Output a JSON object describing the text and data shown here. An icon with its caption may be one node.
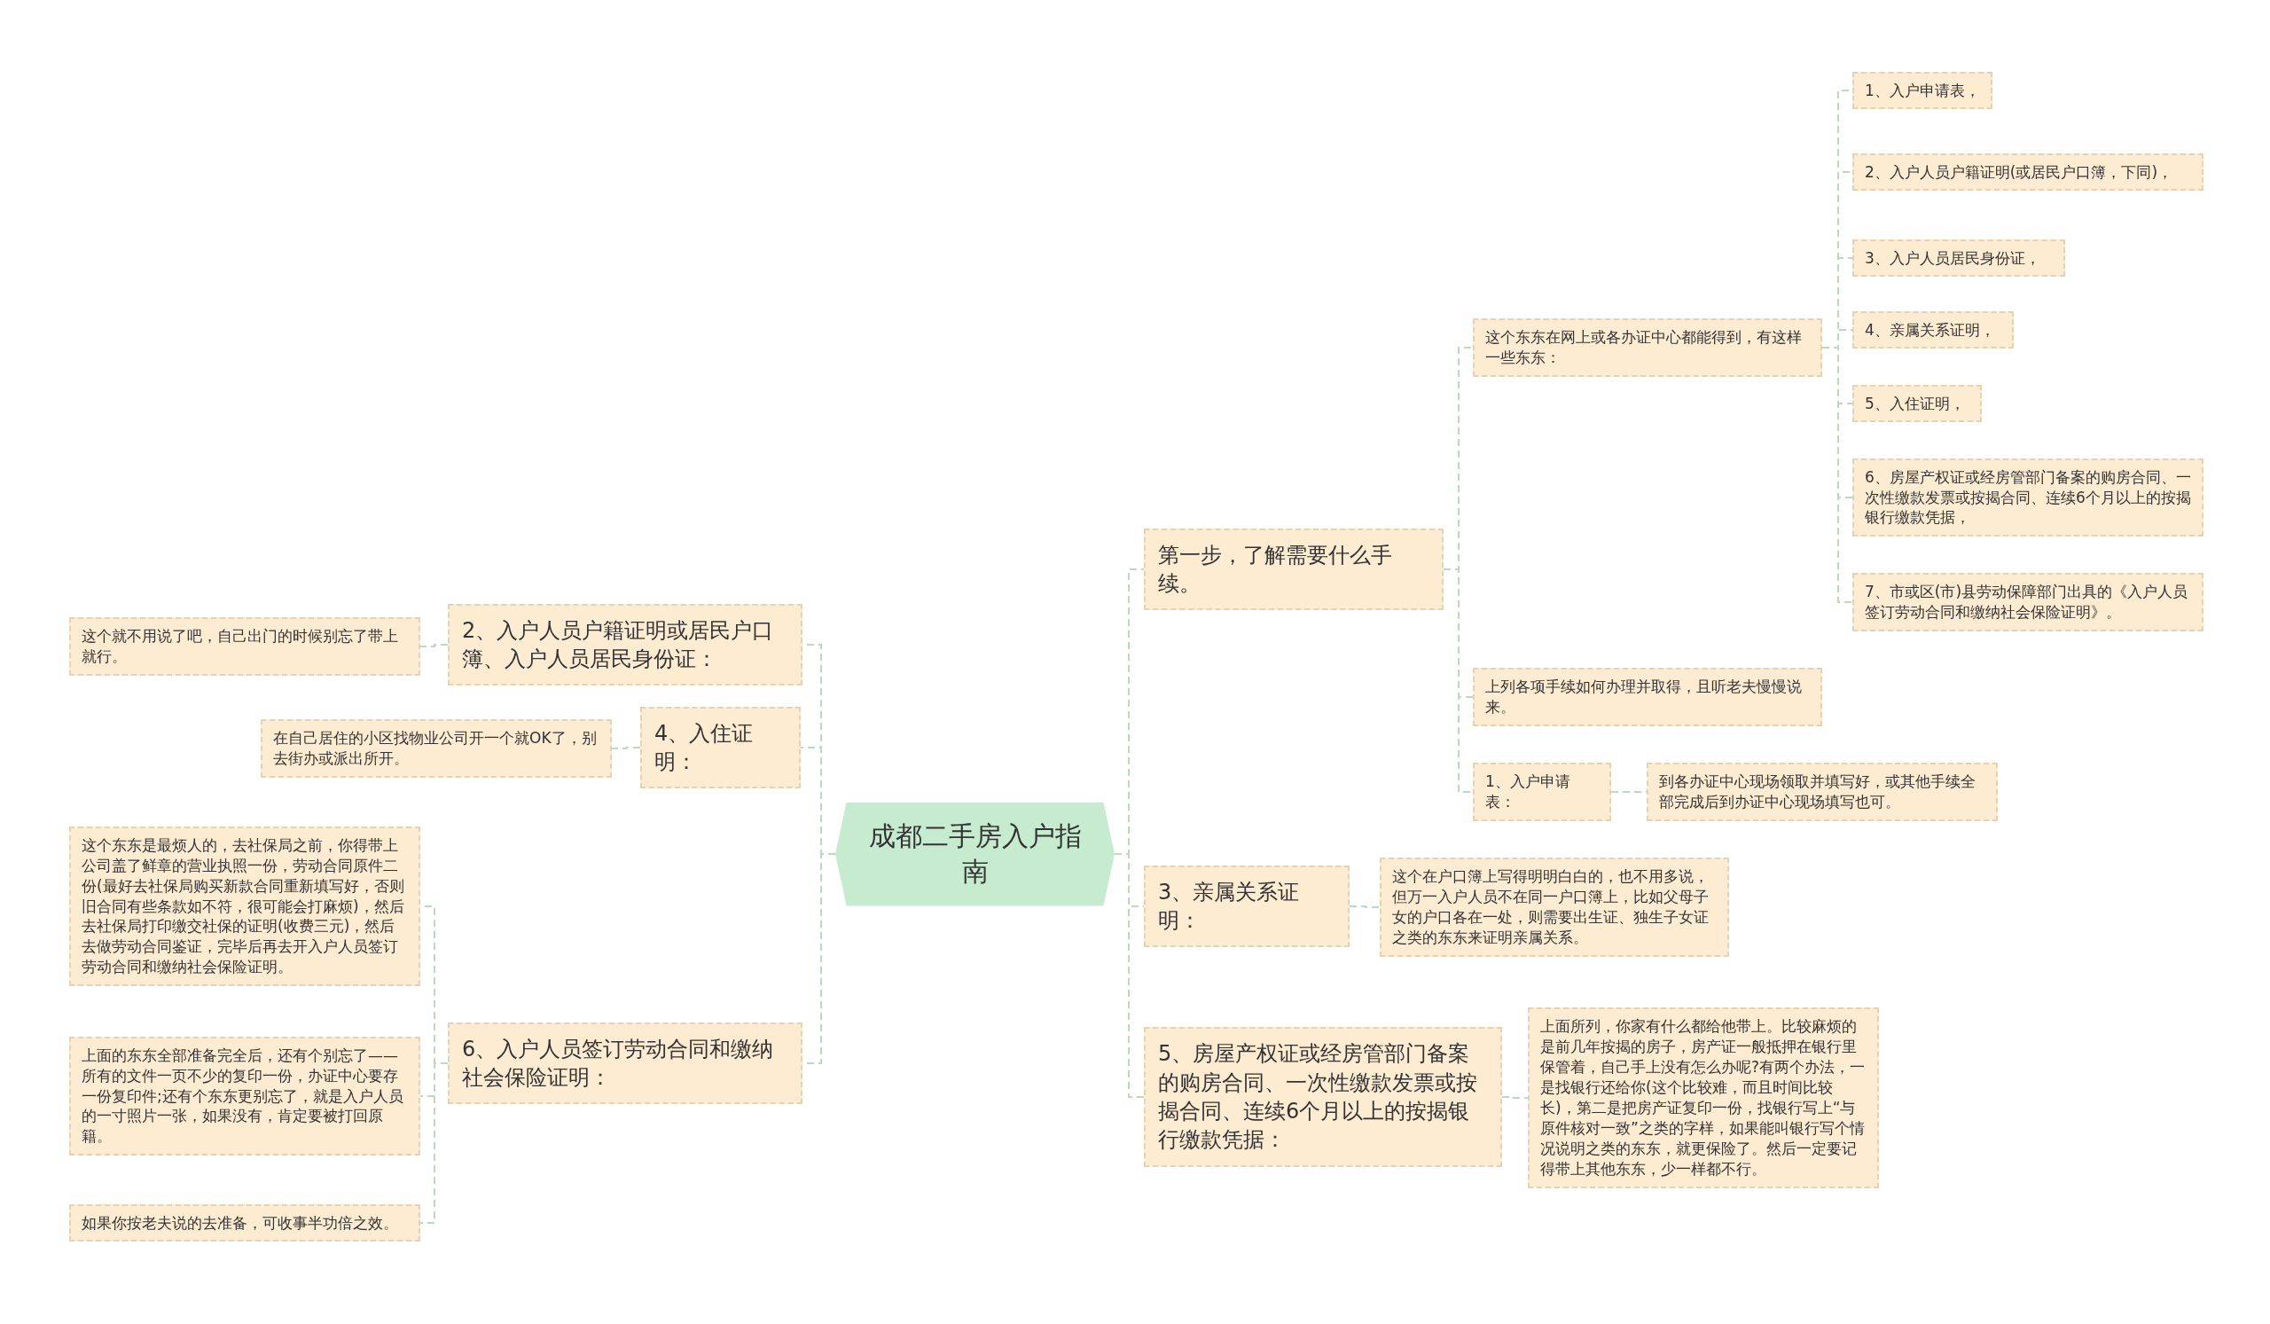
{
  "diagram": {
    "nodes": [
      {
        "text": [
          "成都二手房入户指南"
        ]
      },
      {
        "text": [
          "第一步，了解需要什么手续。"
        ]
      },
      {
        "text": [
          "这个东东在网上或各办证中心都能得到，有这样一些东东："
        ]
      },
      {
        "text": [
          "1、入户申请表，"
        ]
      },
      {
        "text": [
          "2、入户人员户籍证明(或居民户口簿，下同)，"
        ]
      },
      {
        "text": [
          "3、入户人员居民身份证，"
        ]
      },
      {
        "text": [
          "4、亲属关系证明，"
        ]
      },
      {
        "text": [
          "5、入住证明，"
        ]
      },
      {
        "text": [
          "6、房屋产权证或经房管部门备案的购房合同、一次性缴款发票或按揭合同、连续6个月以上的按揭银行缴款凭据，"
        ]
      },
      {
        "text": [
          "7、市或区(市)县劳动保障部门出具的《入户人员签订劳动合同和缴纳社会保险证明》。"
        ]
      },
      {
        "text": [
          "上列各项手续如何办理并取得，且听老夫慢慢说来。"
        ]
      },
      {
        "text": [
          "1、入户申请表："
        ]
      },
      {
        "text": [
          "到各办证中心现场领取并填写好，或其他手续全部完成后到办证中心现场填写也可。"
        ]
      },
      {
        "text": [
          "3、亲属关系证明："
        ]
      },
      {
        "text": [
          "这个在户口簿上写得明明白白的，也不用多说，但万一入户人员不在同一户口簿上，比如父母子女的户口各在一处，则需要出生证、独生子女证之类的东东来证明亲属关系。"
        ]
      },
      {
        "text": [
          "5、房屋产权证或经房管部门备案的购房合同、一次性缴款发票或按揭合同、连续6个月以上的按揭银行缴款凭据："
        ]
      },
      {
        "text": [
          "上面所列，你家有什么都给他带上。比较麻烦的是前几年按揭的房子，房产证一般抵押在银行里保管着，自己手上没有怎么办呢?有两个办法，一是找银行还给你(这个比较难，而且时间比较长)，第二是把房产证复印一份，找银行写上“与原件核对一致”之类的字样，如果能叫银行写个情况说明之类的东东，就更保险了。然后一定要记得带上其他东东，少一样都不行。"
        ]
      },
      {
        "text": [
          "2、入户人员户籍证明或居民户口簿、入户人员居民身份证："
        ]
      },
      {
        "text": [
          "这个就不用说了吧，自己出门的时候别忘了带上就行。"
        ]
      },
      {
        "text": [
          "4、入住证明："
        ]
      },
      {
        "text": [
          "在自己居住的小区找物业公司开一个就OK了，别去街办或派出所开。"
        ]
      },
      {
        "text": [
          "6、入户人员签订劳动合同和缴纳社会保险证明："
        ]
      },
      {
        "text": [
          "这个东东是最烦人的，去社保局之前，你得带上公司盖了鲜章的营业执照一份，劳动合同原件二份(最好去社保局购买新款合同重新填写好，否则旧合同有些条款如不符，很可能会打麻烦)，然后去社保局打印缴交社保的证明(收费三元)，然后去做劳动合同鉴证，完毕后再去开入户人员签订劳动合同和缴纳社会保险证明。"
        ]
      },
      {
        "text": [
          "上面的东东全部准备完全后，还有个别忘了——所有的文件一页不少的复印一份，办证中心要存一份复印件;还有个东东更别忘了，就是入户人员的一寸照片一张，如果没有，肯定要被打回原籍。"
        ]
      },
      {
        "text": [
          "如果你按老夫说的去准备，可收事半功倍之效。"
        ]
      }
    ],
    "edges": [
      {
        "from": 0,
        "to": 1,
        "arrow": "none"
      },
      {
        "from": 1,
        "to": 2,
        "arrow": "none"
      },
      {
        "from": 2,
        "to": 3,
        "arrow": "none"
      },
      {
        "from": 2,
        "to": 4,
        "arrow": "none"
      },
      {
        "from": 2,
        "to": 5,
        "arrow": "none"
      },
      {
        "from": 2,
        "to": 6,
        "arrow": "none"
      },
      {
        "from": 2,
        "to": 7,
        "arrow": "none"
      },
      {
        "from": 2,
        "to": 8,
        "arrow": "none"
      },
      {
        "from": 2,
        "to": 9,
        "arrow": "none"
      },
      {
        "from": 1,
        "to": 10,
        "arrow": "none"
      },
      {
        "from": 1,
        "to": 11,
        "arrow": "none"
      },
      {
        "from": 11,
        "to": 12,
        "arrow": "none"
      },
      {
        "from": 0,
        "to": 13,
        "arrow": "none"
      },
      {
        "from": 13,
        "to": 14,
        "arrow": "none"
      },
      {
        "from": 0,
        "to": 15,
        "arrow": "none"
      },
      {
        "from": 15,
        "to": 16,
        "arrow": "none"
      },
      {
        "from": 0,
        "to": 17,
        "arrow": "none"
      },
      {
        "from": 17,
        "to": 18,
        "arrow": "none"
      },
      {
        "from": 0,
        "to": 19,
        "arrow": "none"
      },
      {
        "from": 19,
        "to": 20,
        "arrow": "none"
      },
      {
        "from": 0,
        "to": 21,
        "arrow": "none"
      },
      {
        "from": 21,
        "to": 22,
        "arrow": "none"
      },
      {
        "from": 21,
        "to": 23,
        "arrow": "none"
      },
      {
        "from": 21,
        "to": 24,
        "arrow": "none"
      }
    ]
  }
}
